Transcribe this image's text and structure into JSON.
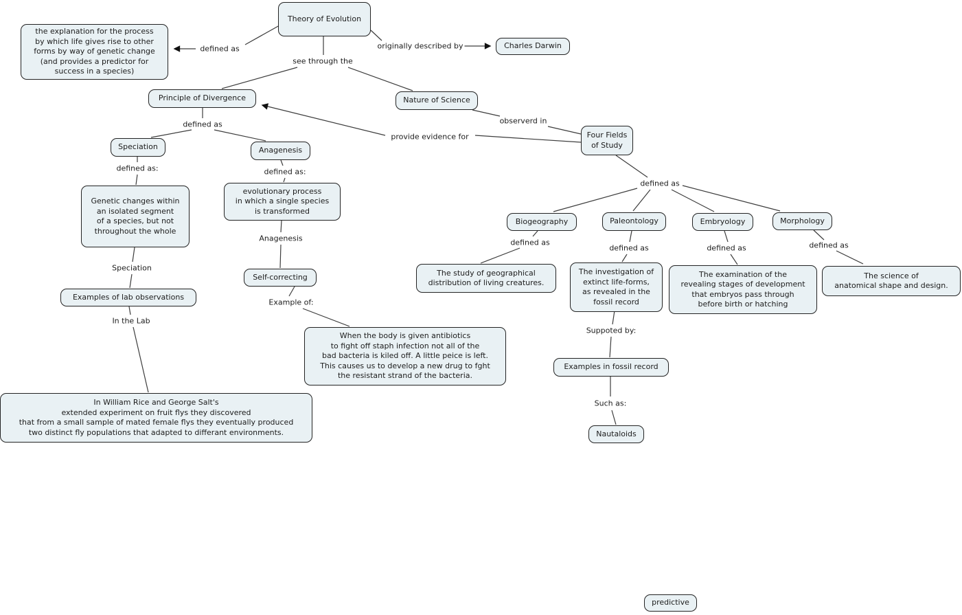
{
  "title": "Theory of Evolution concept map",
  "colors": {
    "background": "#ffffff",
    "node_fill": "#e9f1f4",
    "node_border": "#222222",
    "line": "#3c3c3c",
    "text": "#1c1c1c"
  },
  "nodes": {
    "definition": "the explanation for the process\nby which life gives rise to other\nforms by way of genetic change\n(and provides a predictor for\nsuccess in a species)",
    "theory": "Theory of Evolution",
    "darwin": "Charles Darwin",
    "principle_of_divergence": "Principle of Divergence",
    "nature_of_science": "Nature of Science",
    "four_fields": "Four Fields\nof Study",
    "speciation": "Speciation",
    "anagenesis": "Anagenesis",
    "speciation_definition": "Genetic changes within\nan isolated segment\nof a species, but not\nthroughout the whole",
    "anagenesis_definition": "evolutionary process\nin which a single species\nis transformed",
    "biogeography": "Biogeography",
    "paleontology": "Paleontology",
    "embryology": "Embryology",
    "morphology": "Morphology",
    "biogeography_definition": "The study of geographical\ndistribution of living creatures.",
    "paleontology_definition": "The investigation of\nextinct life-forms,\nas revealed in the\nfossil record",
    "embryology_definition": "The examination of the\nrevealing stages of development\nthat embryos pass through\nbefore birth or hatching",
    "morphology_definition": "The science of\nanatomical shape and design.",
    "self_correcting": "Self-correcting",
    "lab_observations": "Examples of lab observations",
    "antibiotics_example": "When the body is given antibiotics\nto fight off staph infection not all of the\nbad bacteria is kiled off. A little peice is left.\nThis causes us to develop a new drug to fght\nthe resistant strand of the bacteria.",
    "fossil_record_examples": "Examples in fossil record",
    "rice_salt_experiment": "In William Rice and George Salt's\nextended experiment on fruit flys they discovered\nthat from a small sample of mated female flys they eventually produced\ntwo distinct fly populations that adapted to differant environments.",
    "nautaloids": "Nautaloids",
    "predictive": "predictive"
  },
  "links": {
    "defined_as_theory": "defined as",
    "originally_described_by": "originally described by",
    "see_through_the": "see through the",
    "observerd_in": "observerd in",
    "defined_as_pod": "defined as",
    "provide_evidence_for": "provide evidence for",
    "defined_as_speciation": "defined as:",
    "defined_as_anagenesis": "defined as:",
    "defined_as_four_fields": "defined as",
    "anagenesis_link": "Anagenesis",
    "defined_as_biogeography": "defined as",
    "defined_as_paleontology": "defined as",
    "defined_as_embryology": "defined as",
    "defined_as_morphology": "defined as",
    "speciation_link": "Speciation",
    "example_of": "Example of:",
    "in_the_lab": "In the Lab",
    "suppoted_by": "Suppoted by:",
    "such_as": "Such as:"
  }
}
